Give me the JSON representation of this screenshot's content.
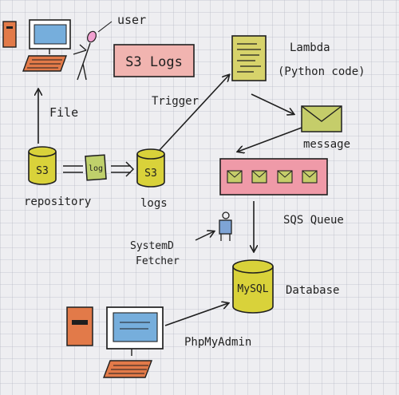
{
  "labels": {
    "user": "user",
    "s3_logs": "S3 Logs",
    "lambda_line1": "Lambda",
    "lambda_line2": "(Python code)",
    "file": "File",
    "trigger": "Trigger",
    "message": "message",
    "s3_repo_icon": "S3",
    "repository": "repository",
    "log_doc": "log",
    "s3_logs_icon": "S3",
    "logs": "logs",
    "sqs_queue": "SQS Queue",
    "systemd_line1": "SystemD",
    "systemd_line2": "Fetcher",
    "mysql": "MySQL",
    "database": "Database",
    "phpmyadmin": "PhpMyAdmin"
  },
  "colors": {
    "storage_yellow": "#d9d23a",
    "lambda_yellow": "#d7d36b",
    "pink_fill": "#f1b4b0",
    "queue_pink": "#ef9aa8",
    "orange_tower": "#e27a49",
    "screen_blue": "#76aedc",
    "envelope_green": "#c5cd6a",
    "log_green": "#bfd06b",
    "worker_blue": "#7ea4d6",
    "ink": "#1f1f1f",
    "grid": "#b9bcc7"
  }
}
